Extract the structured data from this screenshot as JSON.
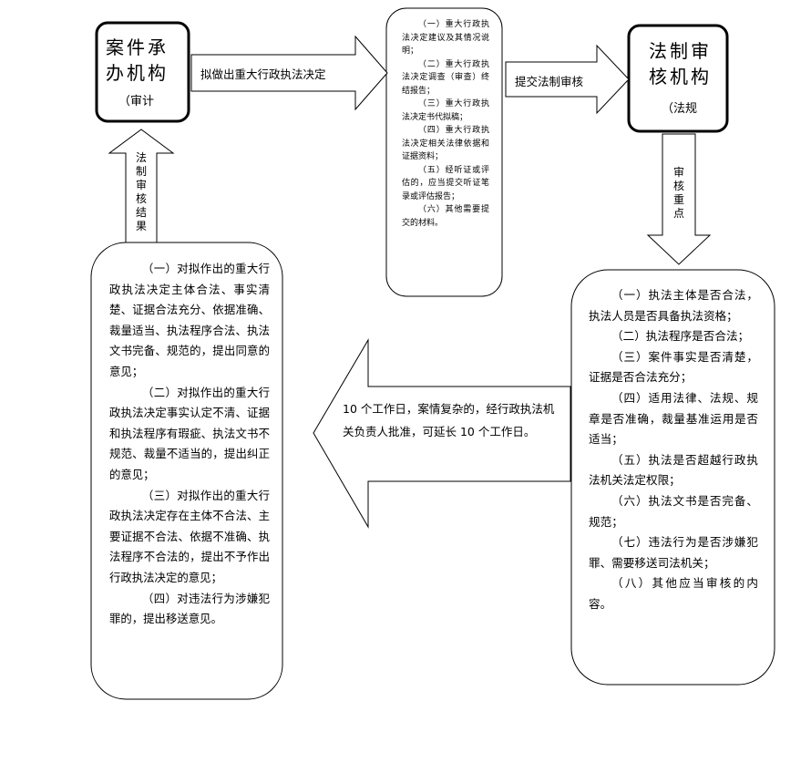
{
  "nodes": {
    "case_unit": {
      "title": "案件承办机构",
      "sub": "（审计"
    },
    "review_unit": {
      "title": "法制审核机构",
      "sub": "（法规"
    }
  },
  "arrows": {
    "draft": "拟做出重大行政执法决定",
    "submit": "提交法制审核",
    "focus": "审核重点",
    "result": "法制审核结果",
    "deadline": "10 个工作日，案情复杂的，经行政执法机关负责人批准，可延长 10 个工作日。"
  },
  "materials": [
    "（一）重大行政执法决定建议及其情况说明；",
    "（二）重大行政执法决定调查（审查）终结报告；",
    "（三）重大行政执法决定书代拟稿；",
    "（四）重大行政执法决定相关法律依据和证据资料；",
    "（五）经听证或评估的，应当提交听证笔录或评估报告；",
    "（六）其他需要提交的材料。"
  ],
  "review_points": [
    "（一）执法主体是否合法，执法人员是否具备执法资格；",
    "（二）执法程序是否合法；",
    "（三）案件事实是否清楚，证据是否合法充分；",
    "（四）适用法律、法规、规章是否准确，裁量基准运用是否适当；",
    "（五）执法是否超越行政执法机关法定权限；",
    "（六）执法文书是否完备、规范；",
    "（七）违法行为是否涉嫌犯罪、需要移送司法机关；",
    "（八）其他应当审核的内容。"
  ],
  "opinions": [
    "（一）对拟作出的重大行政执法决定主体合法、事实清楚、证据合法充分、依据准确、裁量适当、执法程序合法、执法文书完备、规范的，提出同意的意见；",
    "（二）对拟作出的重大行政执法决定事实认定不清、证据和执法程序有瑕疵、执法文书不规范、裁量不适当的，提出纠正的意见；",
    "（三）对拟作出的重大行政执法决定存在主体不合法、主要证据不合法、依据不准确、执法程序不合法的，提出不予作出行政执法决定的意见；",
    "（四）对违法行为涉嫌犯罪的，提出移送意见。"
  ]
}
